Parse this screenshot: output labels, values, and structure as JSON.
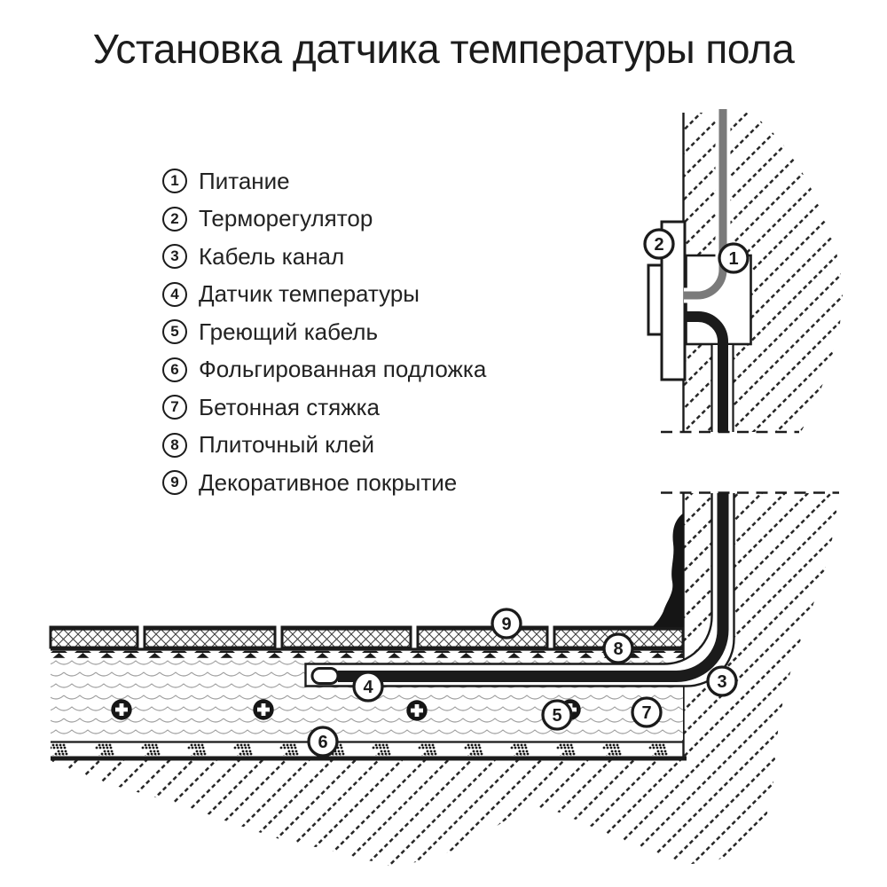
{
  "title": "Установка датчика температуры пола",
  "legend": {
    "items": [
      {
        "number": "1",
        "label": "Питание"
      },
      {
        "number": "2",
        "label": "Терморегулятор"
      },
      {
        "number": "3",
        "label": "Кабель канал"
      },
      {
        "number": "4",
        "label": "Датчик температуры"
      },
      {
        "number": "5",
        "label": "Греющий кабель"
      },
      {
        "number": "6",
        "label": "Фольгированная подложка"
      },
      {
        "number": "7",
        "label": "Бетонная стяжка"
      },
      {
        "number": "8",
        "label": "Плиточный клей"
      },
      {
        "number": "9",
        "label": "Декоративное покрытие"
      }
    ]
  },
  "diagram": {
    "callouts": [
      {
        "number": "1"
      },
      {
        "number": "2"
      },
      {
        "number": "3"
      },
      {
        "number": "4"
      },
      {
        "number": "5"
      },
      {
        "number": "6"
      },
      {
        "number": "7"
      },
      {
        "number": "8"
      },
      {
        "number": "9"
      }
    ],
    "colors": {
      "line": "#1b1b1b",
      "power_cable_gray": "#7a7a7a",
      "background": "#ffffff",
      "screed_wave": "#9b9b9b"
    }
  }
}
